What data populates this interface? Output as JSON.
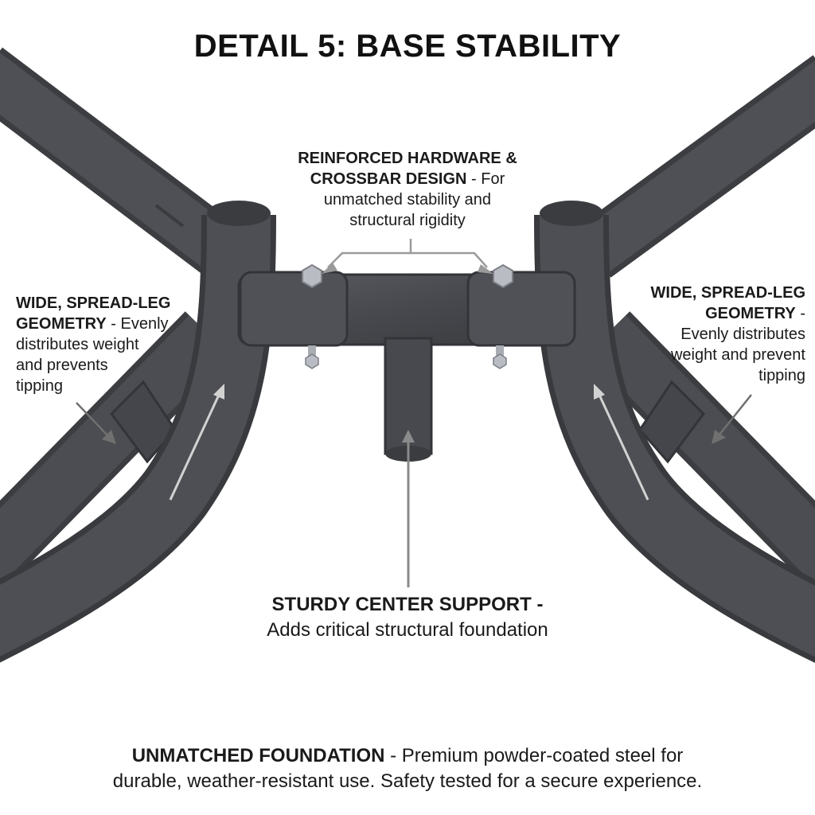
{
  "title": "DETAIL 5: BASE STABILITY",
  "callouts": {
    "hardware": {
      "heading_line1": "REINFORCED HARDWARE &",
      "heading_line2": "CROSSBAR DESIGN",
      "sep": " - ",
      "body_inline": "For",
      "body_line2": "unmatched stability and",
      "body_line3": "structural rigidity"
    },
    "left_legs": {
      "heading_line1": "WIDE, SPREAD-LEG",
      "heading_line2": "GEOMETRY",
      "sep": " - ",
      "body_inline": "Evenly",
      "body_line3": "distributes weight",
      "body_line4": "and prevents",
      "body_line5": "tipping"
    },
    "right_legs": {
      "heading_line1": "WIDE, SPREAD-LEG",
      "heading_line2": "GEOMETRY",
      "sep": " -",
      "body_line3": "Evenly distributes",
      "body_line4": "weight and prevent",
      "body_line5": "tipping"
    },
    "center_support": {
      "heading": "STURDY CENTER SUPPORT",
      "sep": " -",
      "body": "Adds critical structural foundation"
    }
  },
  "footer": {
    "heading": "UNMATCHED FOUNDATION",
    "sep": " - ",
    "body_line1": "Premium powder-coated steel for",
    "body_line2": "durable, weather-resistant use. Safety tested for a secure experience."
  },
  "colors": {
    "steel": "#4a4b50",
    "steel_dark": "#36373b",
    "steel_light": "#63646a",
    "arrow": "#c8c8c8",
    "bolt": "#b9bcc2"
  }
}
